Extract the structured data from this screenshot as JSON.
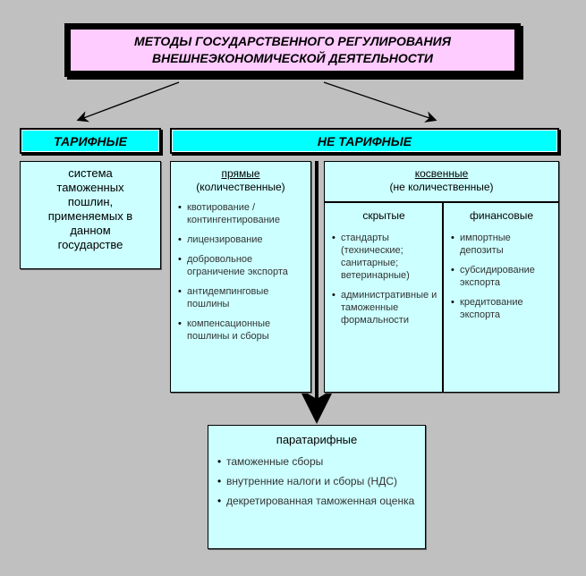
{
  "title": {
    "line1": "МЕТОДЫ ГОСУДАРСТВЕННОГО РЕГУЛИРОВАНИЯ",
    "line2": "ВНЕШНЕЭКОНОМИЧЕСКОЙ ДЕЯТЕЛЬНОСТИ"
  },
  "tariff": {
    "header": "ТАРИФНЫЕ",
    "description": [
      "система",
      "таможенных",
      "пошлин,",
      "применяемых в",
      "данном",
      "государстве"
    ]
  },
  "nontariff": {
    "header": "НЕ ТАРИФНЫЕ",
    "direct": {
      "title": "прямые",
      "subtitle": "(количественные)",
      "items": [
        "квотирование / контингентирование",
        "лицензирование",
        "добровольное ограничение экспорта",
        "антидемпинговые пошлины",
        "компенсационные пошлины и сборы"
      ]
    },
    "indirect": {
      "title": "косвенные",
      "subtitle": "(не количественные)",
      "hidden": {
        "title": "скрытые",
        "items": [
          "стандарты (технические; санитарные; ветеринарные)",
          "административные и таможенные формальности"
        ]
      },
      "financial": {
        "title": "финансовые",
        "items": [
          "импортные депозиты",
          "субсидирование экспорта",
          "кредитование экспорта"
        ]
      }
    }
  },
  "paratariff": {
    "title": "паратарифные",
    "items": [
      "таможенные сборы",
      "внутренние налоги и сборы (НДС)",
      "декретированная таможенная оценка"
    ]
  },
  "colors": {
    "background": "#c0c0c0",
    "title_fill": "#ffccff",
    "header_fill": "#00ffff",
    "box_fill": "#ccffff"
  }
}
